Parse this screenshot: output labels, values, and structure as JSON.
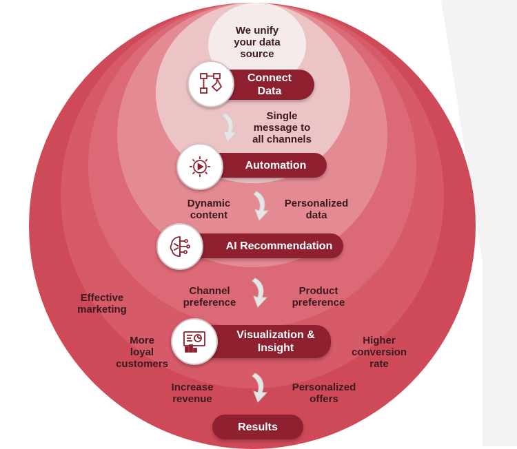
{
  "colors": {
    "ring_outer": "#cf4a59",
    "ring_inner": "#f5ebeb",
    "pill": "#8e2030",
    "label_text": "#3a1a1e"
  },
  "center": {
    "text": "We unify\nyour data\nsource"
  },
  "steps": [
    {
      "label": "Connect\nData",
      "icon": "flowchart-icon"
    },
    {
      "label": "Automation",
      "icon": "gear-play-icon"
    },
    {
      "label": "AI Recommendation",
      "icon": "brain-circuit-icon"
    },
    {
      "label": "Visualization &\nInsight",
      "icon": "analytics-chart-icon"
    },
    {
      "label": "Results"
    }
  ],
  "labels": {
    "single_message": "Single\nmessage to\nall channels",
    "dynamic_content": "Dynamic\ncontent",
    "personalized_data": "Personalized\ndata",
    "channel_preference": "Channel\npreference",
    "product_preference": "Product\npreference",
    "effective_marketing": "Effective\nmarketing",
    "more_loyal_customers": "More\nloyal\ncustomers",
    "higher_conversion_rate": "Higher\nconversion\nrate",
    "increase_revenue": "Increase\nrevenue",
    "personalized_offers": "Personalized\noffers"
  }
}
